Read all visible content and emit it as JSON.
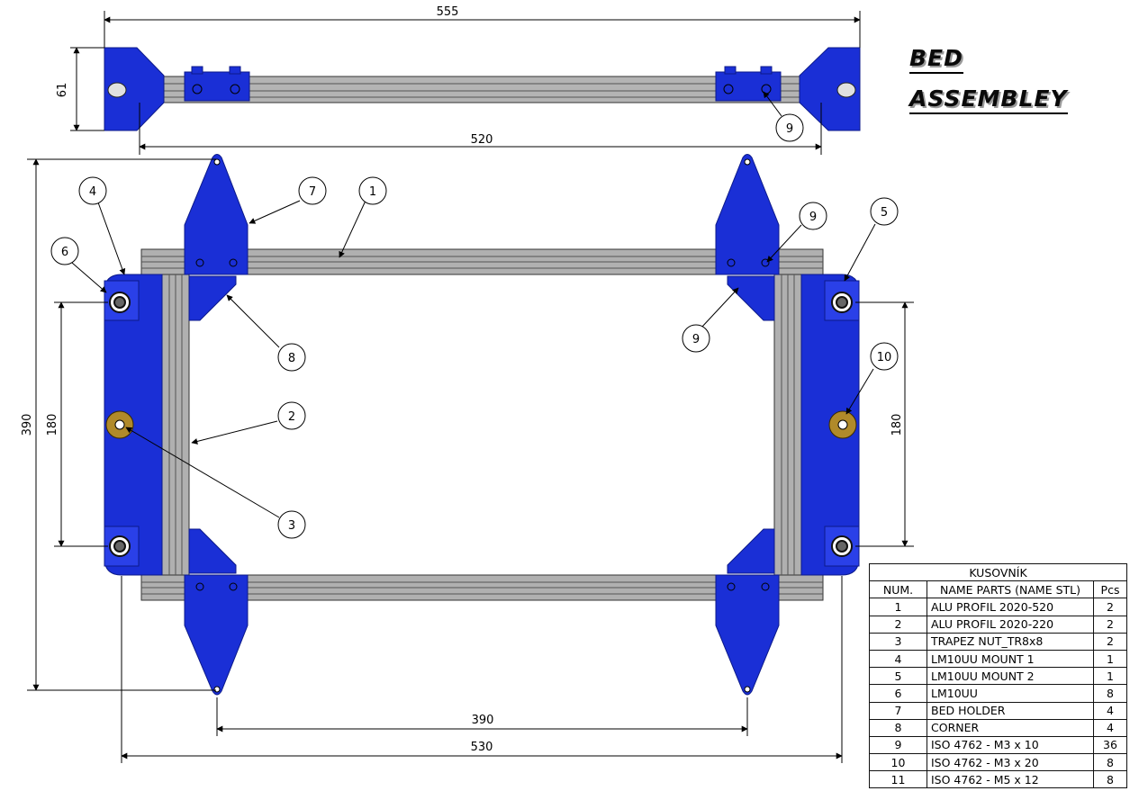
{
  "title": {
    "line1": "BED",
    "line2": "ASSEMBLEY"
  },
  "dimensions": {
    "top_width": "555",
    "top_height": "61",
    "top_profile": "520",
    "overall_height": "390",
    "left_rod": "180",
    "right_rod": "180",
    "holder_spacing": "390",
    "overall_width": "530"
  },
  "balloons": {
    "b9_top": "9",
    "b4": "4",
    "b7": "7",
    "b1": "1",
    "b9_a": "9",
    "b5": "5",
    "b6": "6",
    "b8": "8",
    "b9_b": "9",
    "b10": "10",
    "b2": "2",
    "b3": "3"
  },
  "bom": {
    "caption": "KUSOVNÍK",
    "headers": [
      "NUM.",
      "NAME PARTS (NAME STL)",
      "Pcs"
    ],
    "rows": [
      [
        "1",
        "ALU PROFIL 2020-520",
        "2"
      ],
      [
        "2",
        "ALU PROFIL 2020-220",
        "2"
      ],
      [
        "3",
        "TRAPEZ NUT_TR8x8",
        "2"
      ],
      [
        "4",
        "LM10UU MOUNT 1",
        "1"
      ],
      [
        "5",
        "LM10UU MOUNT 2",
        "1"
      ],
      [
        "6",
        "LM10UU",
        "8"
      ],
      [
        "7",
        "BED HOLDER",
        "4"
      ],
      [
        "8",
        "CORNER",
        "4"
      ],
      [
        "9",
        "ISO 4762 - M3 x 10",
        "36"
      ],
      [
        "10",
        "ISO 4762 - M3 x 20",
        "8"
      ],
      [
        "11",
        "ISO 4762 - M5 x 12",
        "8"
      ]
    ]
  },
  "colors": {
    "part_blue": "#1a2fd6",
    "part_blue_dark": "#0c1a8a",
    "profile_gray": "#9a9a9a",
    "brass": "#b08a2a"
  }
}
